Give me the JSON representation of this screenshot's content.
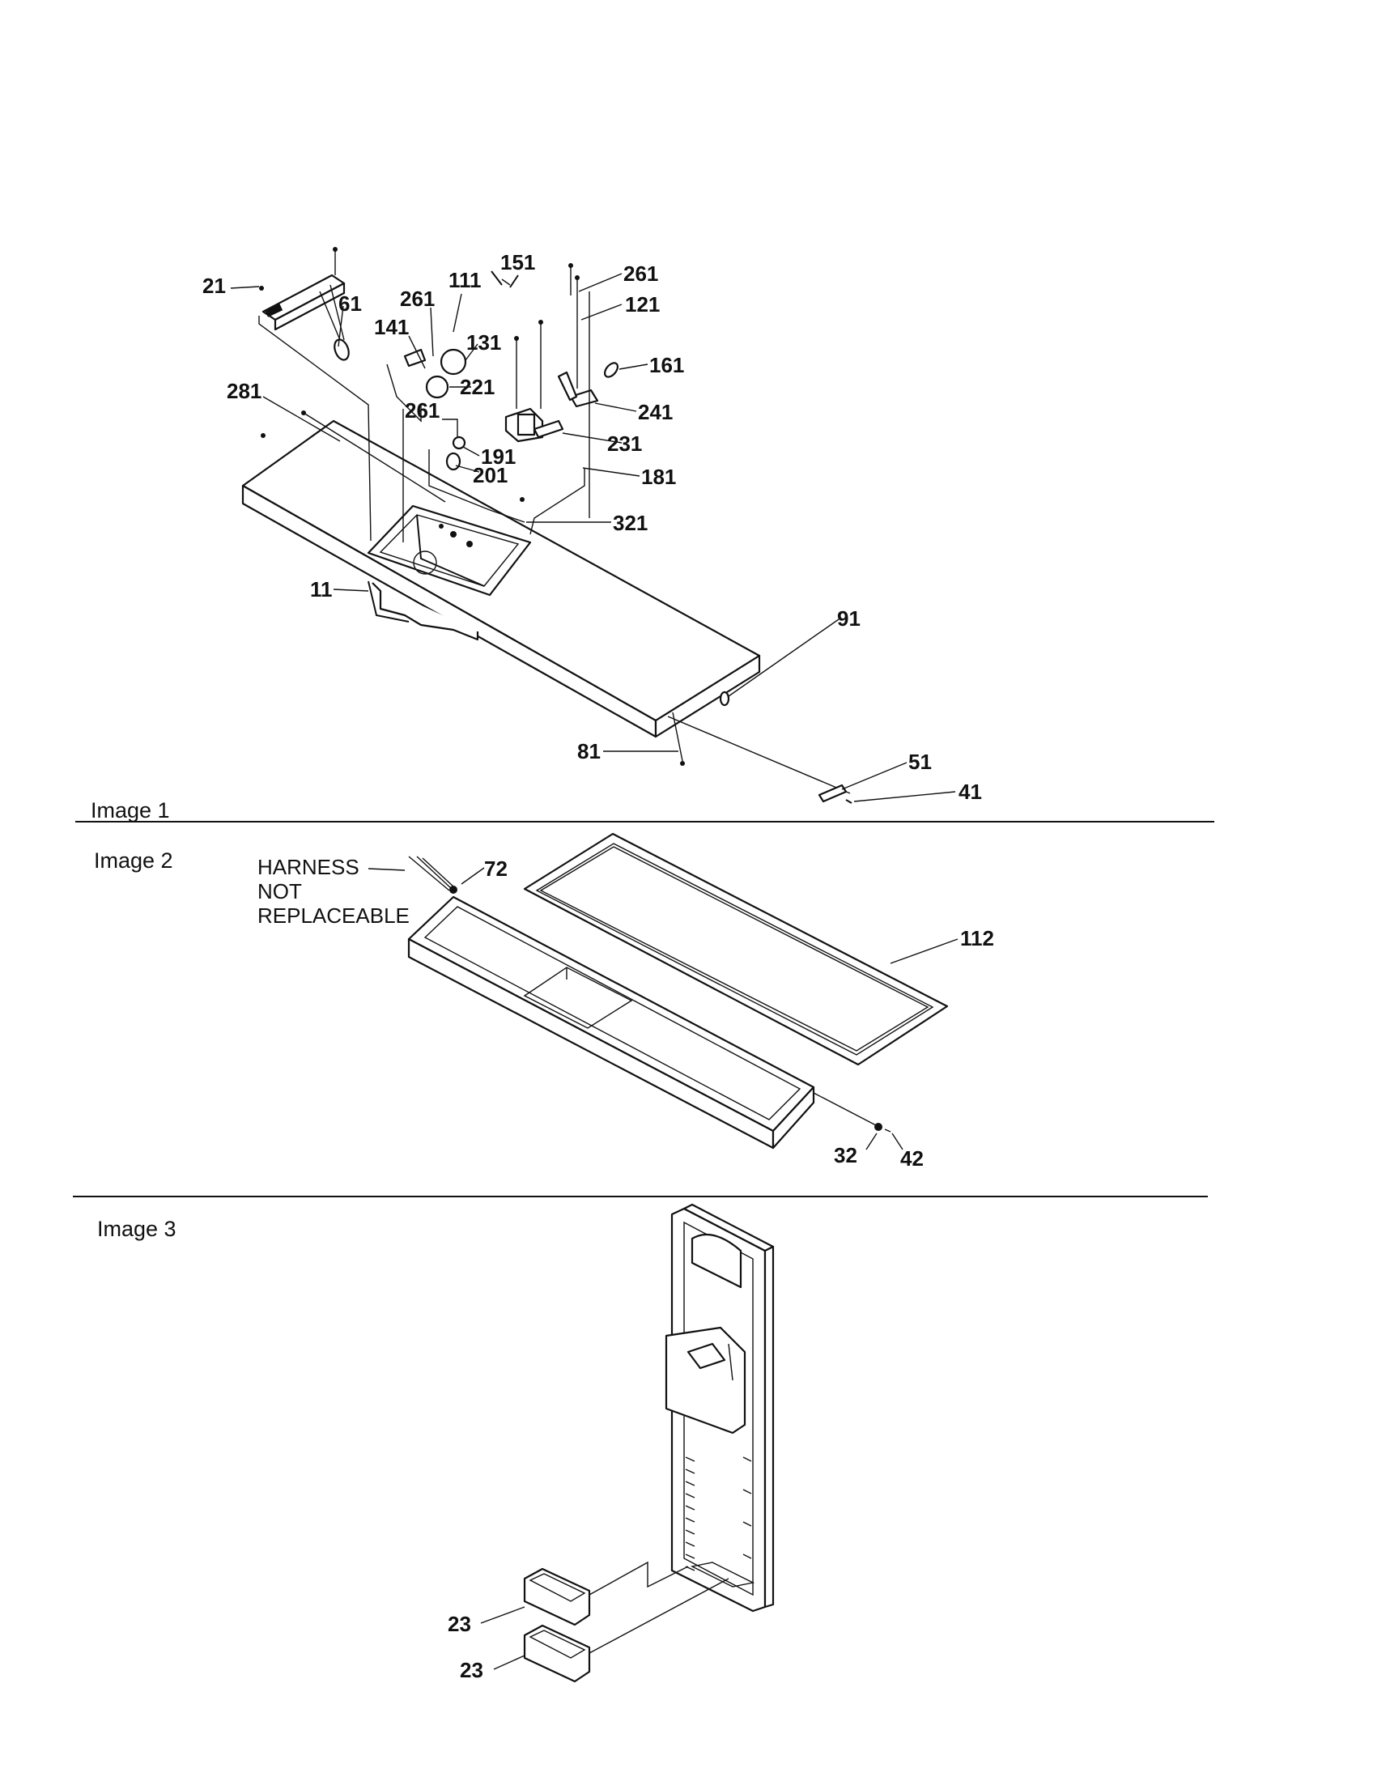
{
  "sections": {
    "image1": "Image 1",
    "image2": "Image 2",
    "image3": "Image 3"
  },
  "note": {
    "line1": "HARNESS",
    "line2": "NOT",
    "line3": "REPLACEABLE"
  },
  "callouts": {
    "c21": "21",
    "c61": "61",
    "c261a": "261",
    "c111": "111",
    "c151": "151",
    "c261b": "261",
    "c121": "121",
    "c141": "141",
    "c131": "131",
    "c161": "161",
    "c221": "221",
    "c241": "241",
    "c281": "281",
    "c261c": "261",
    "c231": "231",
    "c191": "191",
    "c201": "201",
    "c181": "181",
    "c321": "321",
    "c11": "11",
    "c91": "91",
    "c81": "81",
    "c51": "51",
    "c41": "41",
    "c72": "72",
    "c112": "112",
    "c32": "32",
    "c42": "42",
    "c23a": "23",
    "c23b": "23"
  }
}
